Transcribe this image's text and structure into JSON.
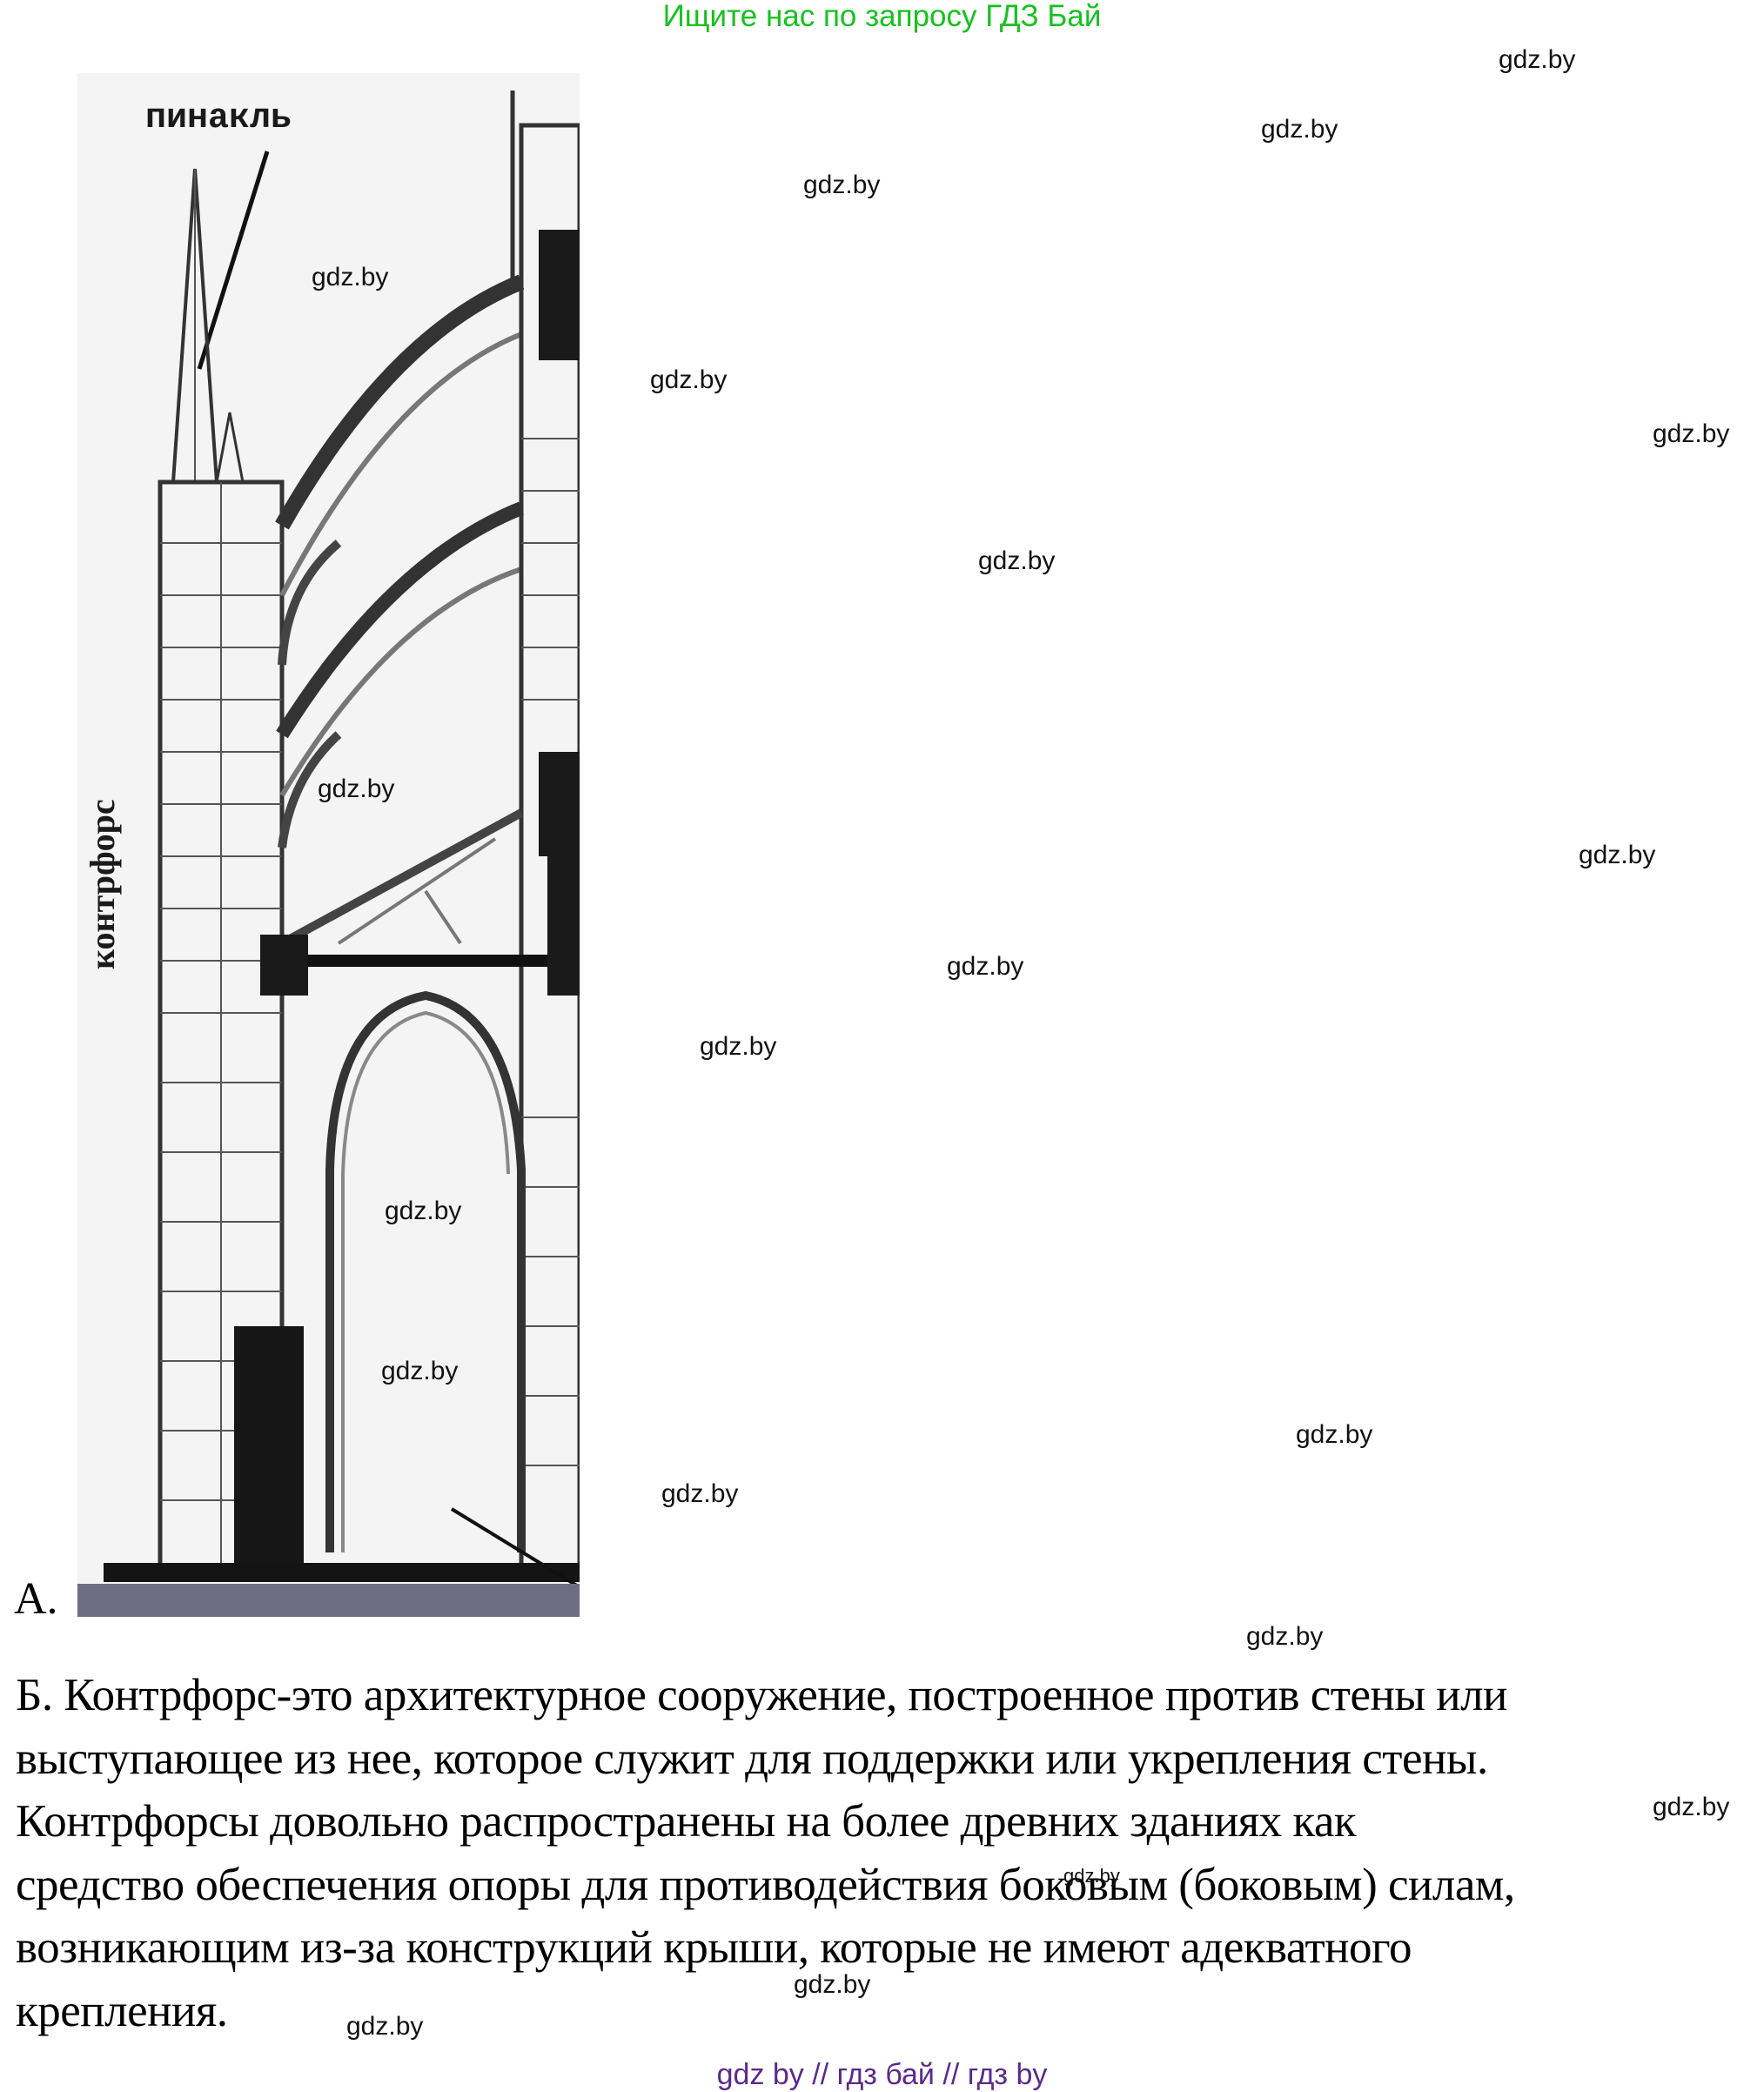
{
  "header": {
    "banner": "Ищите нас по запросу ГДЗ Бай",
    "banner_color": "#17c11f"
  },
  "figure": {
    "label_pinnacle": "пинакль",
    "label_buttress": "контрфорс",
    "bar_color": "#6e6d85",
    "caption_letter": "А."
  },
  "answer": {
    "lines": [
      "Б. Контрфорс-это архитектурное сооружение, построенное против стены или",
      "выступающее из нее, которое служит для поддержки или укрепления стены.",
      "Контрфорсы довольно распространены на более древних зданиях как",
      "средство обеспечения опоры для противодействия боковым (боковым) силам,",
      "возникающим из-за конструкций крыши, которые не имеют адекватного",
      "крепления."
    ]
  },
  "watermarks": {
    "text": "gdz.by"
  },
  "footer": {
    "text": "gdz by  //  гдз бай  //  гдз by",
    "color": "#5b2a8c"
  }
}
